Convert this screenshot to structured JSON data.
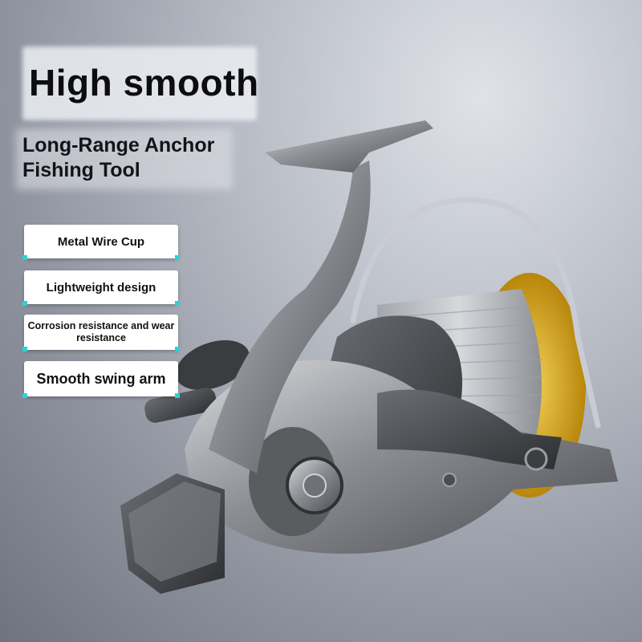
{
  "headline": "High smooth",
  "subtitle_lines": [
    "Long-Range Anchor",
    "Fishing Tool"
  ],
  "features": [
    "Metal Wire Cup",
    "Lightweight design",
    "Corrosion resistance and wear resistance",
    "Smooth swing arm"
  ],
  "colors": {
    "accent_corner": "#29d3d8",
    "spool_gold": "#e0b41a",
    "reel_metal": "#8a8c90"
  },
  "image_subject": "spinning-fishing-reel"
}
